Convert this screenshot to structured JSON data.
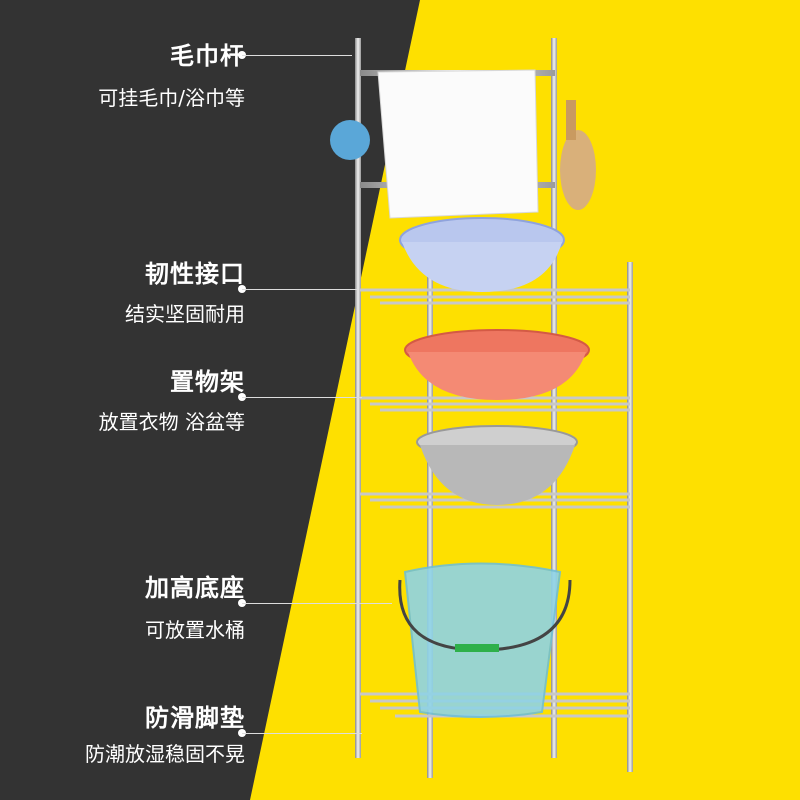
{
  "colors": {
    "dark_bg": "#333333",
    "yellow_bg": "#fee000",
    "text": "#ffffff"
  },
  "features": [
    {
      "title": "毛巾杆",
      "desc": "可挂毛巾/浴巾等"
    },
    {
      "title": "韧性接口",
      "desc": "结实坚固耐用"
    },
    {
      "title": "置物架",
      "desc": "放置衣物 浴盆等"
    },
    {
      "title": "加高底座",
      "desc": "可放置水桶"
    },
    {
      "title": "防滑脚垫",
      "desc": "防潮放湿稳固不晃"
    }
  ]
}
